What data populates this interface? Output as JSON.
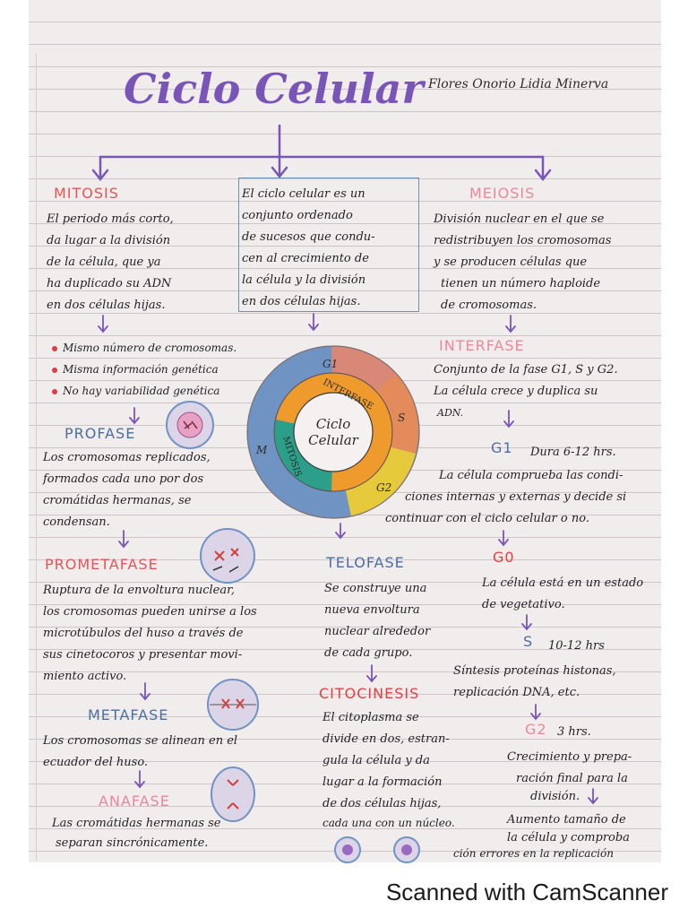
{
  "title": "Ciclo Celular",
  "author": "Flores Onorio Lidia Minerva",
  "intro": {
    "lines": [
      "El ciclo celular es un",
      "conjunto ordenado",
      "de sucesos que condu-",
      "cen al crecimiento de",
      "la célula y la división",
      "en dos células hijas."
    ]
  },
  "mitosis": {
    "heading": "MITOSIS",
    "lines": [
      "El periodo más corto,",
      "da lugar a la división",
      "de la célula, que ya",
      "ha duplicado su ADN",
      "en dos células hijas."
    ],
    "bullets": [
      "Mismo número de cromosomas.",
      "Misma información genética",
      "No hay variabilidad genética"
    ]
  },
  "meiosis": {
    "heading": "MEIOSIS",
    "lines": [
      "División nuclear en el que se",
      "redistribuyen los cromosomas",
      "y se producen células que",
      "tienen un número haploide",
      "de cromosomas."
    ]
  },
  "interfase": {
    "heading": "INTERFASE",
    "lines": [
      "Conjunto de la fase G1, S y G2.",
      "La célula crece y duplica su",
      "ADN."
    ]
  },
  "g1": {
    "label": "G1",
    "duration": "Dura 6-12 hrs.",
    "lines": [
      "La célula comprueba las condi-",
      "ciones internas y externas y decide si",
      "continuar con el ciclo celular o no."
    ]
  },
  "g0": {
    "label": "G0",
    "lines": [
      "La célula está en un estado",
      "de vegetativo."
    ]
  },
  "s_phase": {
    "label": "S",
    "duration": "10-12 hrs",
    "lines": [
      "Síntesis proteínas histonas,",
      "replicación DNA, etc."
    ]
  },
  "g2": {
    "label": "G2",
    "duration": "3 hrs.",
    "lines": [
      "Crecimiento y prepa-",
      "ración final para la",
      "división."
    ]
  },
  "final_note": {
    "lines": [
      "Aumento tamaño de",
      "la célula y comproba",
      "ción errores en la replicación"
    ]
  },
  "profase": {
    "heading": "PROFASE",
    "lines": [
      "Los cromosomas replicados,",
      "formados cada uno por dos",
      "cromátidas hermanas, se",
      "condensan."
    ]
  },
  "prometafase": {
    "heading": "PROMETAFASE",
    "lines": [
      "Ruptura de la envoltura nuclear,",
      "los cromosomas pueden unirse a los",
      "microtúbulos del huso a través de",
      "sus cinetocoros y presentar movi-",
      "miento activo."
    ]
  },
  "metafase": {
    "heading": "METAFASE",
    "lines": [
      "Los cromosomas se alinean en el",
      "ecuador del huso."
    ]
  },
  "anafase": {
    "heading": "ANAFASE",
    "lines": [
      "Las cromátidas hermanas se",
      "separan sincrónicamente."
    ]
  },
  "telofase": {
    "heading": "TELOFASE",
    "lines": [
      "Se construye una",
      "nueva envoltura",
      "nuclear alrededor",
      "de cada grupo."
    ]
  },
  "citocinesis": {
    "heading": "CITOCINESIS",
    "lines": [
      "El citoplasma se",
      "divide en dos, estran-",
      "gula la célula y da",
      "lugar a la formación",
      "de dos células hijas,",
      "cada una con un núcleo."
    ]
  },
  "cycle": {
    "center_top": "Ciclo",
    "center_bottom": "Celular",
    "ring_interfase": "INTERFASE",
    "ring_mitosis": "MITOSIS",
    "g1": "G1",
    "s": "S",
    "g2": "G2",
    "m": "M"
  },
  "colors": {
    "title": "#7a55b8",
    "mitosis_head": "#e05656",
    "stage_head": "#4a6ea0",
    "interfase_head": "#e9889a",
    "ring_g1": "#d98877",
    "ring_s": "#e48b5b",
    "ring_g2": "#e7c93c",
    "ring_m": "#6f93c3",
    "inner_interfase": "#ef9a2c",
    "inner_mitosis": "#2c9f8a"
  },
  "footer": "Scanned with CamScanner"
}
